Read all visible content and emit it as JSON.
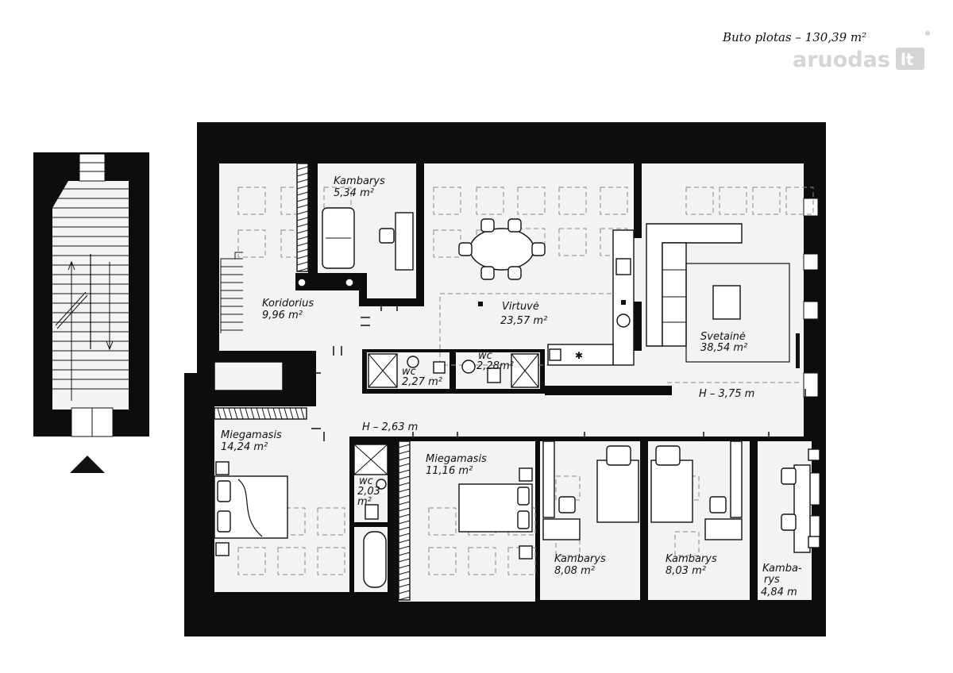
{
  "header": {
    "area_label": "Buto plotas – 130,39 m²"
  },
  "watermark": {
    "brand": "aruodas",
    "suffix": "lt"
  },
  "rooms": {
    "kambarys_small": {
      "name": "Kambarys",
      "area": "5,34 m²"
    },
    "koridorius": {
      "name": "Koridorius",
      "area": "9,96 m²"
    },
    "virtuve": {
      "name": "Virtuvė",
      "area": "23,57 m²"
    },
    "svetaine": {
      "name": "Svetainė",
      "area": "38,54 m²"
    },
    "wc1": {
      "name": "wc",
      "area": "2,27 m²"
    },
    "wc2": {
      "name": "wc",
      "area": "2,28m²"
    },
    "miegamasis1": {
      "name": "Miegamasis",
      "area": "14,24 m²"
    },
    "wc3": {
      "name": "wc",
      "area_line1": "2,03",
      "area_line2": "m²"
    },
    "miegamasis2": {
      "name": "Miegamasis",
      "area": "11,16 m²"
    },
    "kambarys_8_08": {
      "name": "Kambarys",
      "area": "8,08 m²"
    },
    "kambarys_8_03": {
      "name": "Kambarys",
      "area": "8,03 m²"
    },
    "kambarys_4_84": {
      "name_line1": "Kamba-",
      "name_line2": "rys",
      "area": "4,84 m"
    }
  },
  "heights": {
    "living": "H – 3,75 m",
    "corridor": "H – 2,63 m"
  }
}
